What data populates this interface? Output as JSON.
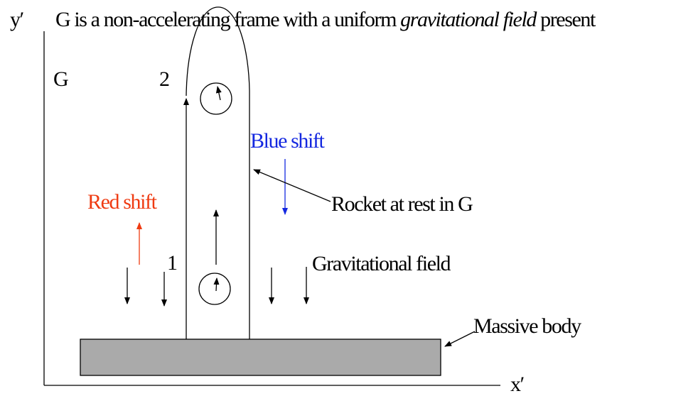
{
  "title": {
    "before": "G is a non-accelerating frame with a uniform ",
    "emphasis": "gravitational field",
    "after": " present"
  },
  "axes": {
    "y_label": "y′",
    "x_label": "x′"
  },
  "labels": {
    "frame": "G",
    "point_top": "2",
    "point_bottom": "1",
    "red_shift": "Red shift",
    "blue_shift": "Blue shift",
    "rocket": "Rocket at rest in G",
    "field": "Gravitational field",
    "body": "Massive body"
  },
  "colors": {
    "red_shift": "#ef3b12",
    "blue_shift": "#1428e0",
    "massive_body": "#aaaaaa",
    "ink": "#000000"
  }
}
